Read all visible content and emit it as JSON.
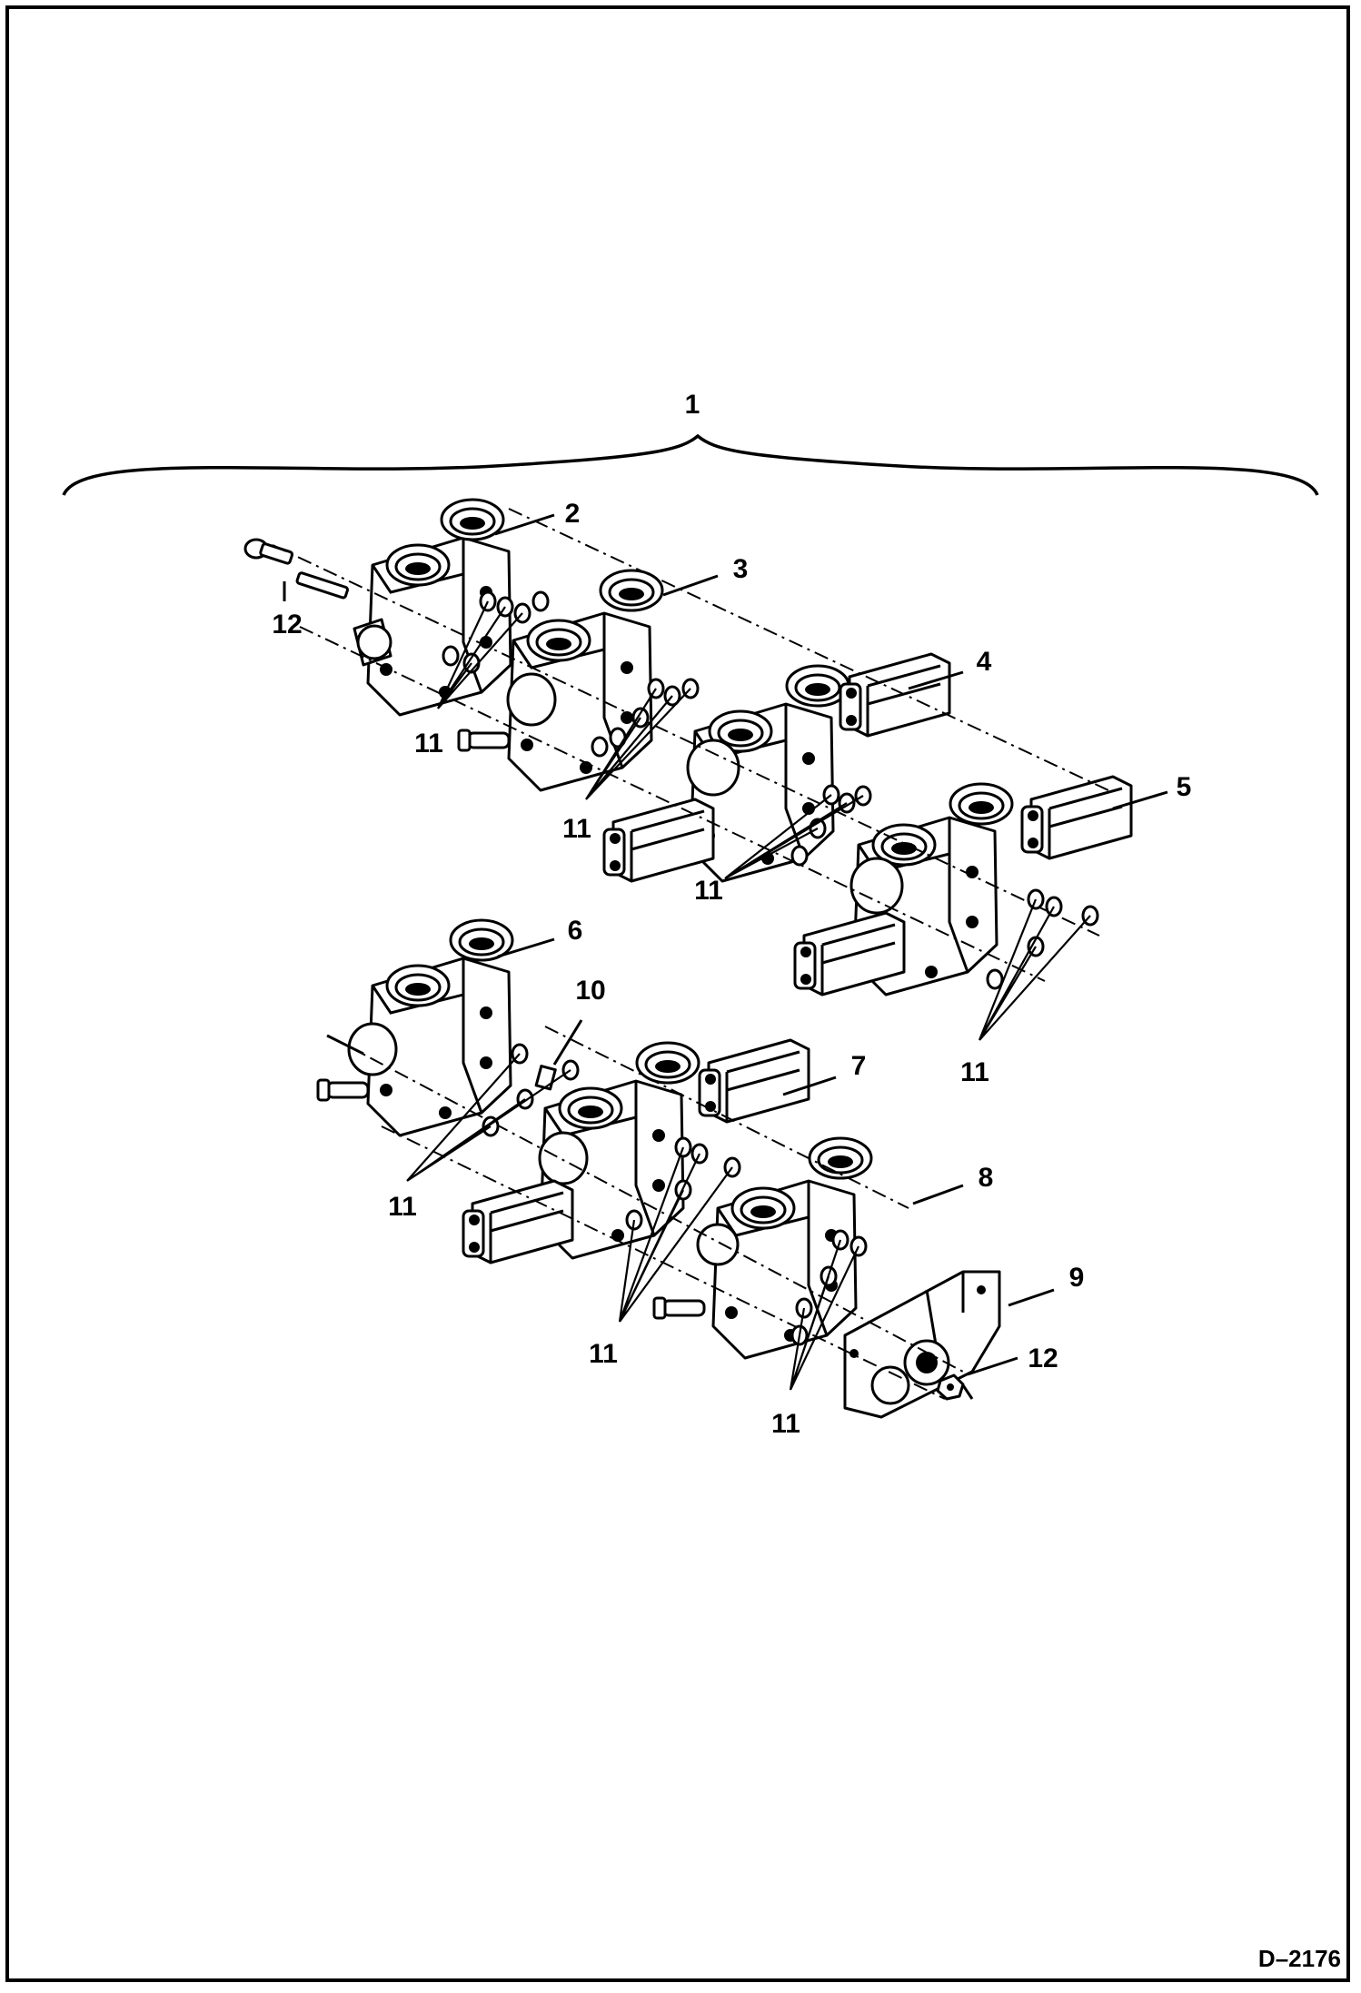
{
  "callouts": {
    "c1": "1",
    "c2": "2",
    "c3": "3",
    "c4": "4",
    "c5": "5",
    "c6": "6",
    "c7": "7",
    "c8": "8",
    "c9": "9",
    "c10": "10",
    "c11": "11",
    "c12": "12"
  },
  "drawing_code": "D–2176"
}
